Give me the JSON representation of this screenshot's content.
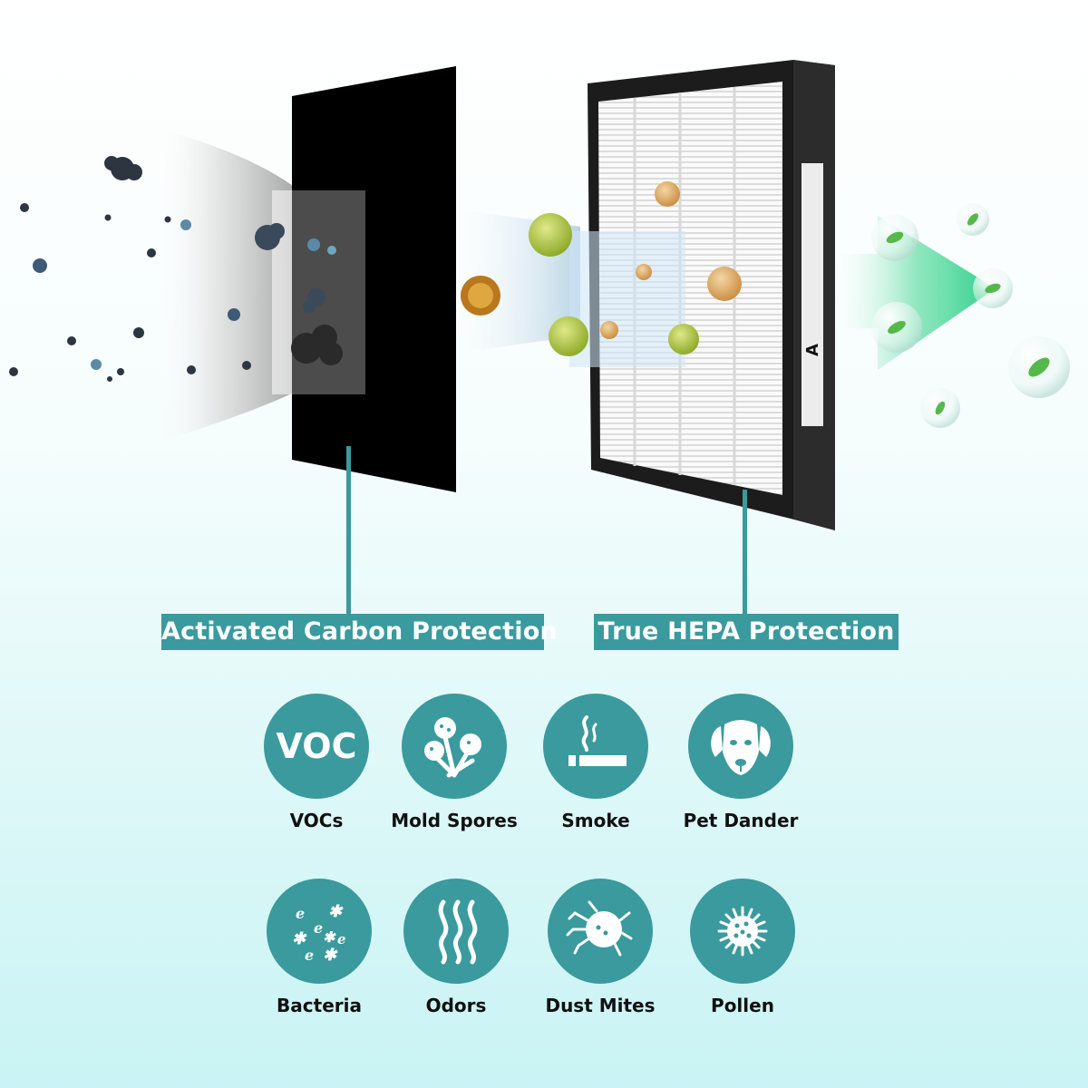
{
  "labels": {
    "carbon": "Activated Carbon Protection",
    "hepa": "True HEPA Protection"
  },
  "filter_mark": "A",
  "icons": [
    {
      "icon": "voc-icon",
      "glyph_text": "VOC",
      "label": "VOCs"
    },
    {
      "icon": "mold-spores-icon",
      "label": "Mold Spores"
    },
    {
      "icon": "smoke-icon",
      "label": "Smoke"
    },
    {
      "icon": "pet-dander-icon",
      "label": "Pet Dander"
    },
    {
      "icon": "bacteria-icon",
      "label": "Bacteria"
    },
    {
      "icon": "odors-icon",
      "label": "Odors"
    },
    {
      "icon": "dust-mites-icon",
      "label": "Dust Mites"
    },
    {
      "icon": "pollen-icon",
      "label": "Pollen"
    }
  ],
  "colors": {
    "accent": "#3a9a9d",
    "carbon": "#000000",
    "hepa_frame": "#1c1c1c",
    "clean_air": "#3fd08f"
  }
}
